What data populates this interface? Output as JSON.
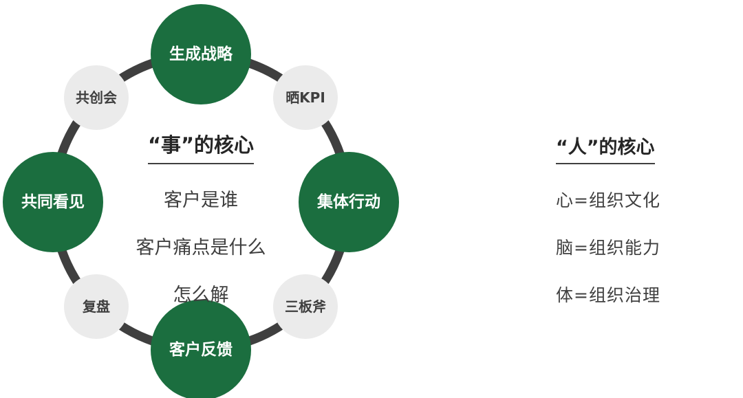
{
  "cycle": {
    "center_title": "“事”的核心",
    "center_lines": [
      "客户是谁",
      "客户痛点是什么",
      "怎么解"
    ],
    "nodes": [
      {
        "label": "生成战略",
        "type": "major"
      },
      {
        "label": "晒KPI",
        "type": "minor"
      },
      {
        "label": "集体行动",
        "type": "major"
      },
      {
        "label": "三板斧",
        "type": "minor"
      },
      {
        "label": "客户反馈",
        "type": "major"
      },
      {
        "label": "复盘",
        "type": "minor"
      },
      {
        "label": "共同看见",
        "type": "major"
      },
      {
        "label": "共创会",
        "type": "minor"
      }
    ]
  },
  "side_panel": {
    "title": "“人”的核心",
    "lines": [
      "心=组织文化",
      "脑=组织能力",
      "体=组织治理"
    ]
  },
  "colors": {
    "major_node": "#1b6e3f",
    "minor_node": "#ebebeb",
    "ring": "#3f3f3f",
    "text_dark": "#3f3f3f",
    "major_text": "#ffffff"
  }
}
